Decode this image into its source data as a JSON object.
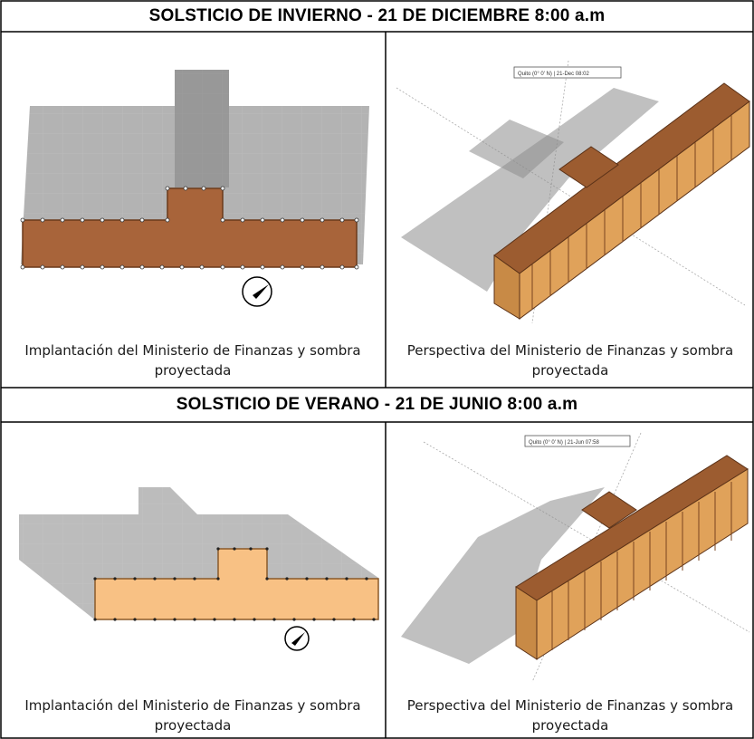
{
  "sections": [
    {
      "header": "SOLSTICIO DE INVIERNO - 21 DE DICIEMBRE 8:00 a.m",
      "left_caption": "Implantación del Ministerio de Finanzas y sombra proyectada",
      "right_caption": "Perspectiva del Ministerio de Finanzas y sombra proyectada",
      "sun_label": "Quito (0° 0' N) | 21-Dec 08:02"
    },
    {
      "header": "SOLSTICIO DE VERANO - 21 DE JUNIO 8:00 a.m",
      "left_caption": "Implantación del Ministerio de Finanzas y sombra proyectada",
      "right_caption": "Perspectiva del Ministerio de Finanzas y sombra proyectada",
      "sun_label": "Quito (0° 0' N) | 21-Jun 07:58"
    }
  ],
  "colors": {
    "building_winter": "#a8643a",
    "building_summer": "#f8c184",
    "roof": "#9c5c30",
    "facade": "#e0a25a",
    "shadow": "#8a8a8a"
  },
  "icons": [
    "north-arrow-icon"
  ]
}
